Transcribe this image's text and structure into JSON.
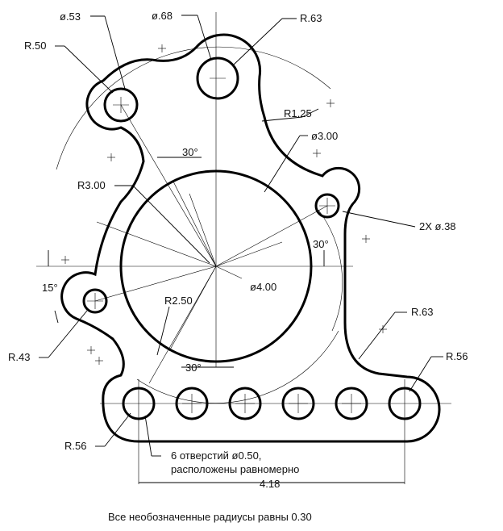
{
  "labels": {
    "d053": "ø.53",
    "d068": "ø.68",
    "r063_top": "R.63",
    "r050": "R.50",
    "r125": "R1.25",
    "d300": "ø3.00",
    "r300": "R3.00",
    "a30_top": "30°",
    "holes_2x": "2X  ø.38",
    "a30_right": "30°",
    "a15": "15°",
    "d400": "ø4.00",
    "r250": "R2.50",
    "r063_right": "R.63",
    "r043": "R.43",
    "r056_right": "R.56",
    "a30_bottom": "30°",
    "r056_left": "R.56",
    "holes_note_1": "6 отверстий ø0.50,",
    "holes_note_2": "расположены равномерно",
    "dim_418": "4.18",
    "footer_note": "Все необозначенные радиусы равны 0.30"
  }
}
